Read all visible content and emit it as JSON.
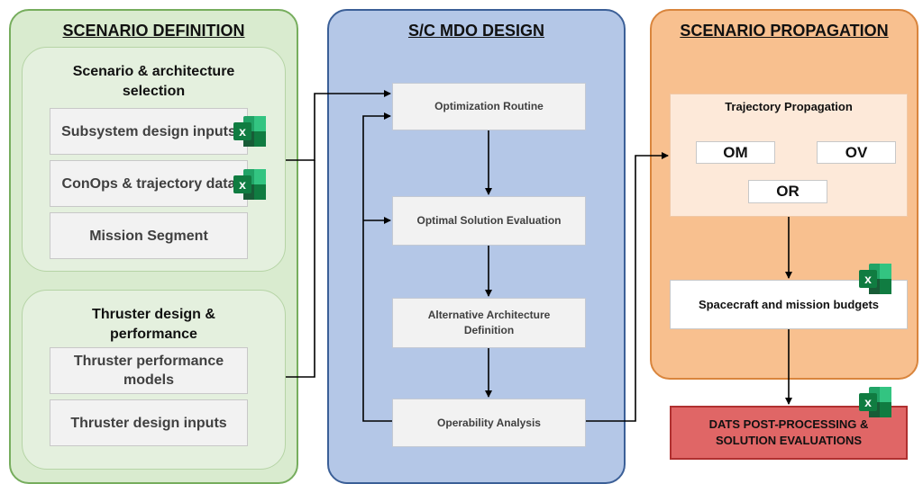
{
  "scenario_definition": {
    "title": "SCENARIO DEFINITION",
    "architecture_group": {
      "title": "Scenario & architecture selection",
      "items": [
        "Subsystem design inputs",
        "ConOps & trajectory data",
        "Mission Segment"
      ]
    },
    "thruster_group": {
      "title": "Thruster design & performance",
      "items": [
        "Thruster performance models",
        "Thruster design inputs"
      ]
    }
  },
  "mdo_design": {
    "title": "S/C MDO DESIGN",
    "steps": [
      "Optimization Routine",
      "Optimal Solution Evaluation",
      "Alternative Architecture Definition",
      "Operability Analysis"
    ]
  },
  "scenario_propagation": {
    "title": "SCENARIO PROPAGATION",
    "trajectory": {
      "title": "Trajectory Propagation",
      "om": "OM",
      "ov": "OV",
      "or": "OR"
    },
    "budgets": "Spacecraft and mission budgets"
  },
  "post_processing": "DATS POST-PROCESSING & SOLUTION EVALUATIONS",
  "icons": {
    "spreadsheet": "excel-icon",
    "excel_letter": "x"
  },
  "colors": {
    "green_panel": "#d9ebcf",
    "blue_panel": "#b4c7e7",
    "orange_panel": "#f8c08f",
    "red_box": "#e06666"
  }
}
